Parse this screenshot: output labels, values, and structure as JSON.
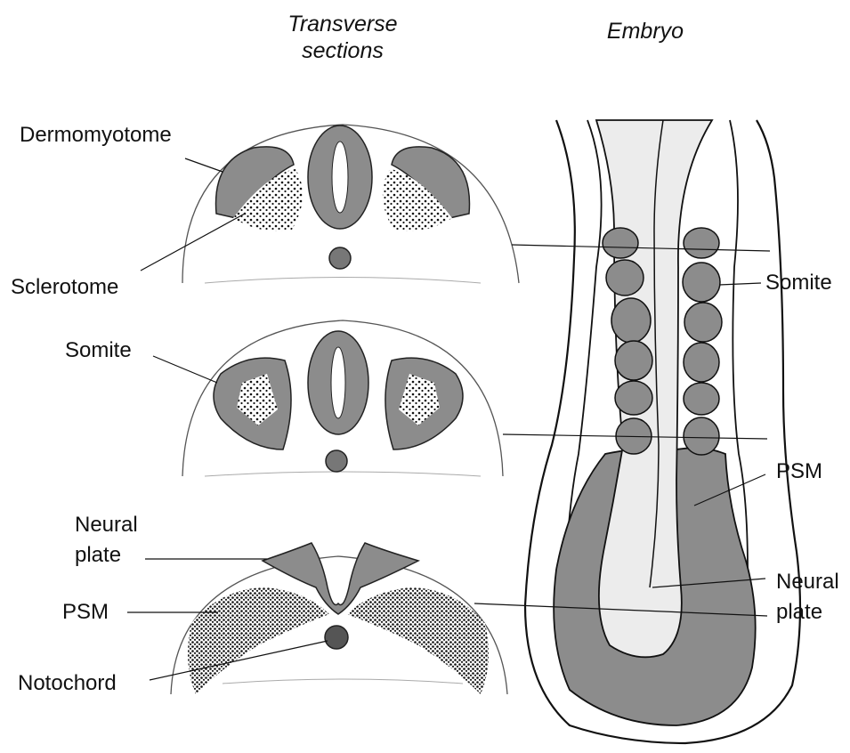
{
  "headings": {
    "transverse_line1": "Transverse",
    "transverse_line2": "sections",
    "embryo": "Embryo"
  },
  "labels": {
    "dermomyotome": "Dermomyotome",
    "sclerotome": "Sclerotome",
    "somite_section": "Somite",
    "neural_plate_section_line1": "Neural",
    "neural_plate_section_line2": "plate",
    "psm_section": "PSM",
    "notochord": "Notochord",
    "somite_embryo": "Somite",
    "psm_embryo": "PSM",
    "neural_plate_embryo_line1": "Neural",
    "neural_plate_embryo_line2": "plate"
  },
  "colors": {
    "tissue_gray": "#8c8c8c",
    "light_gray": "#ececec",
    "outline": "#111111",
    "background": "#ffffff"
  }
}
